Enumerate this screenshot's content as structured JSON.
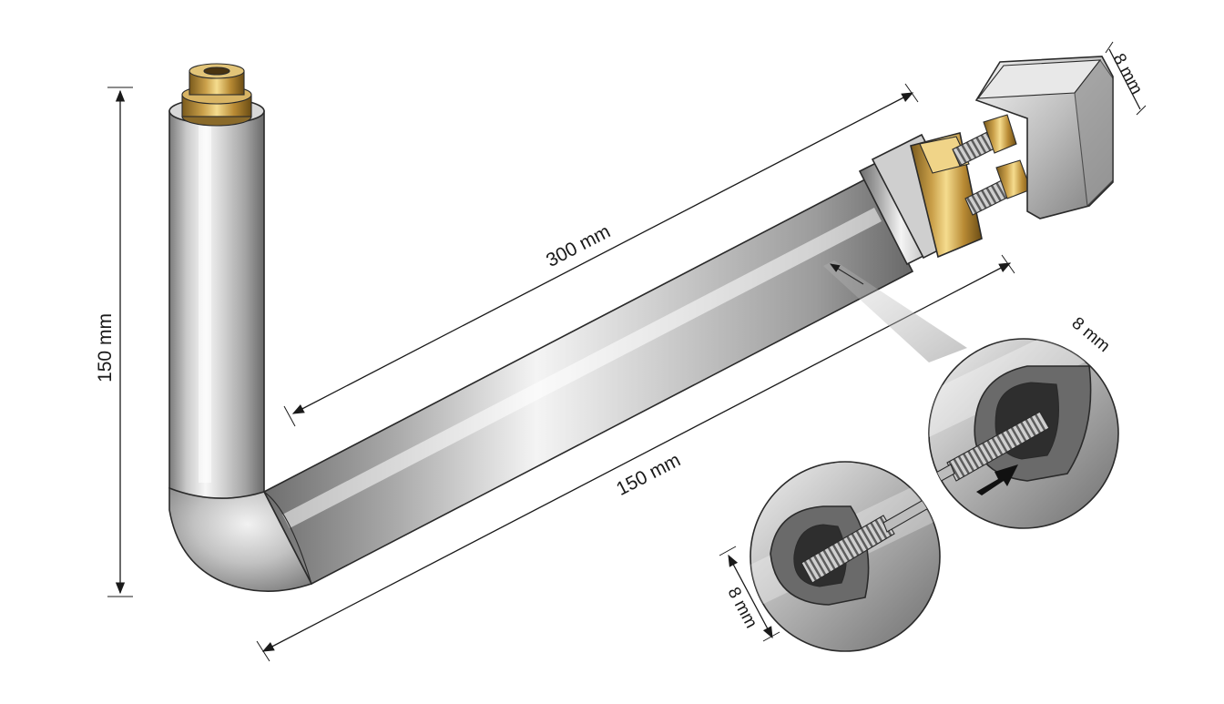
{
  "dimensions": {
    "vertical_height": "150 mm",
    "pipe_length": "300 mm",
    "bottom_length": "150 mm",
    "block_width": "8 mm",
    "detail_top": "8 mm",
    "detail_bottom": "8 mm"
  },
  "colors": {
    "steel_light": "#f2f2f2",
    "steel_mid": "#b8b8b8",
    "steel_dark": "#6e6e6e",
    "brass_light": "#f5dc8e",
    "brass_mid": "#caa04a",
    "brass_dark": "#7a5a1c",
    "dim_line": "#1a1a1a"
  }
}
